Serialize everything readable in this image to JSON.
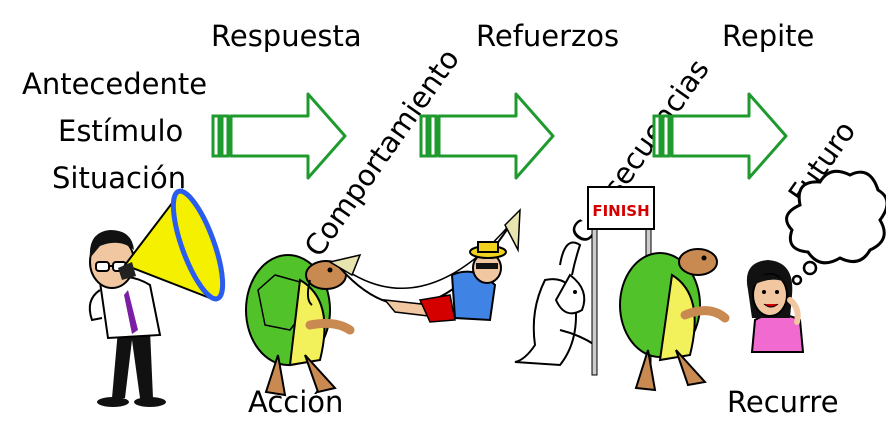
{
  "labels": {
    "antecedente": "Antecedente",
    "estimulo": "Estímulo",
    "situacion": "Situación",
    "respuesta": "Respuesta",
    "refuerzos": "Refuerzos",
    "repite": "Repite",
    "comportamiento": "Comportamiento",
    "consecuencias": "Consecuencias",
    "futuro": "Futuro",
    "accion": "Acción",
    "recurre": "Recurre",
    "finish_sign": "FINISH"
  },
  "colors": {
    "arrow_stroke": "#1f9a2e",
    "megaphone": "#f4f000",
    "megaphone_rim": "#2a5cf0",
    "shell": "#52c22b",
    "turtle_skin": "#c98a52",
    "turtle_belly": "#f3f15b",
    "hammock_shirt": "#3f84e5",
    "hat": "#f1d21f",
    "shorts": "#d40000",
    "finish_red": "#d40000",
    "girl_top": "#f06ad0"
  },
  "icons": [
    "arrow-icon",
    "megaphone-man-icon",
    "turtle-icon",
    "hammock-man-icon",
    "rabbit-icon",
    "finish-line-icon",
    "girl-thinking-icon",
    "thought-cloud-icon"
  ]
}
